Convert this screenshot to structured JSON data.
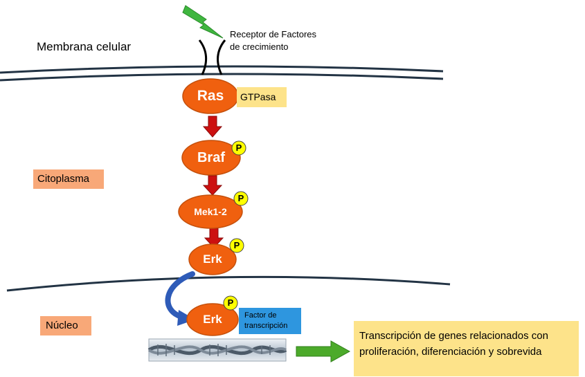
{
  "labels": {
    "membrane": "Membrana celular",
    "receptor_line1": "Receptor de Factores",
    "receptor_line2": "de crecimiento",
    "cytoplasm": "Citoplasma",
    "nucleus": "Núcleo",
    "gtpase": "GTPasa",
    "tf_line1": "Factor de",
    "tf_line2": "transcripción",
    "outcome_line1": "Transcripción de genes relacionados con",
    "outcome_line2": "proliferación, diferenciación y sobrevida",
    "phospho": "P"
  },
  "nodes": {
    "ras": "Ras",
    "braf": "Braf",
    "mek": "Mek1-2",
    "erk_cyto": "Erk",
    "erk_nuc": "Erk"
  },
  "colors": {
    "node_fill": "#f0600f",
    "node_stroke": "#c4500c",
    "phospho_fill": "#ffff00",
    "arrow_red": "#cc1010",
    "arrow_blue": "#2e5bb8",
    "arrow_green": "#4caa2a",
    "bolt_green": "#3fb63f",
    "gtpase_box": "#fde38a",
    "cytoplasm_box": "#f8a878",
    "nucleus_box": "#f8a878",
    "tf_box": "#2e96df",
    "outcome_box": "#fde38a",
    "membrane_line": "#223344"
  }
}
